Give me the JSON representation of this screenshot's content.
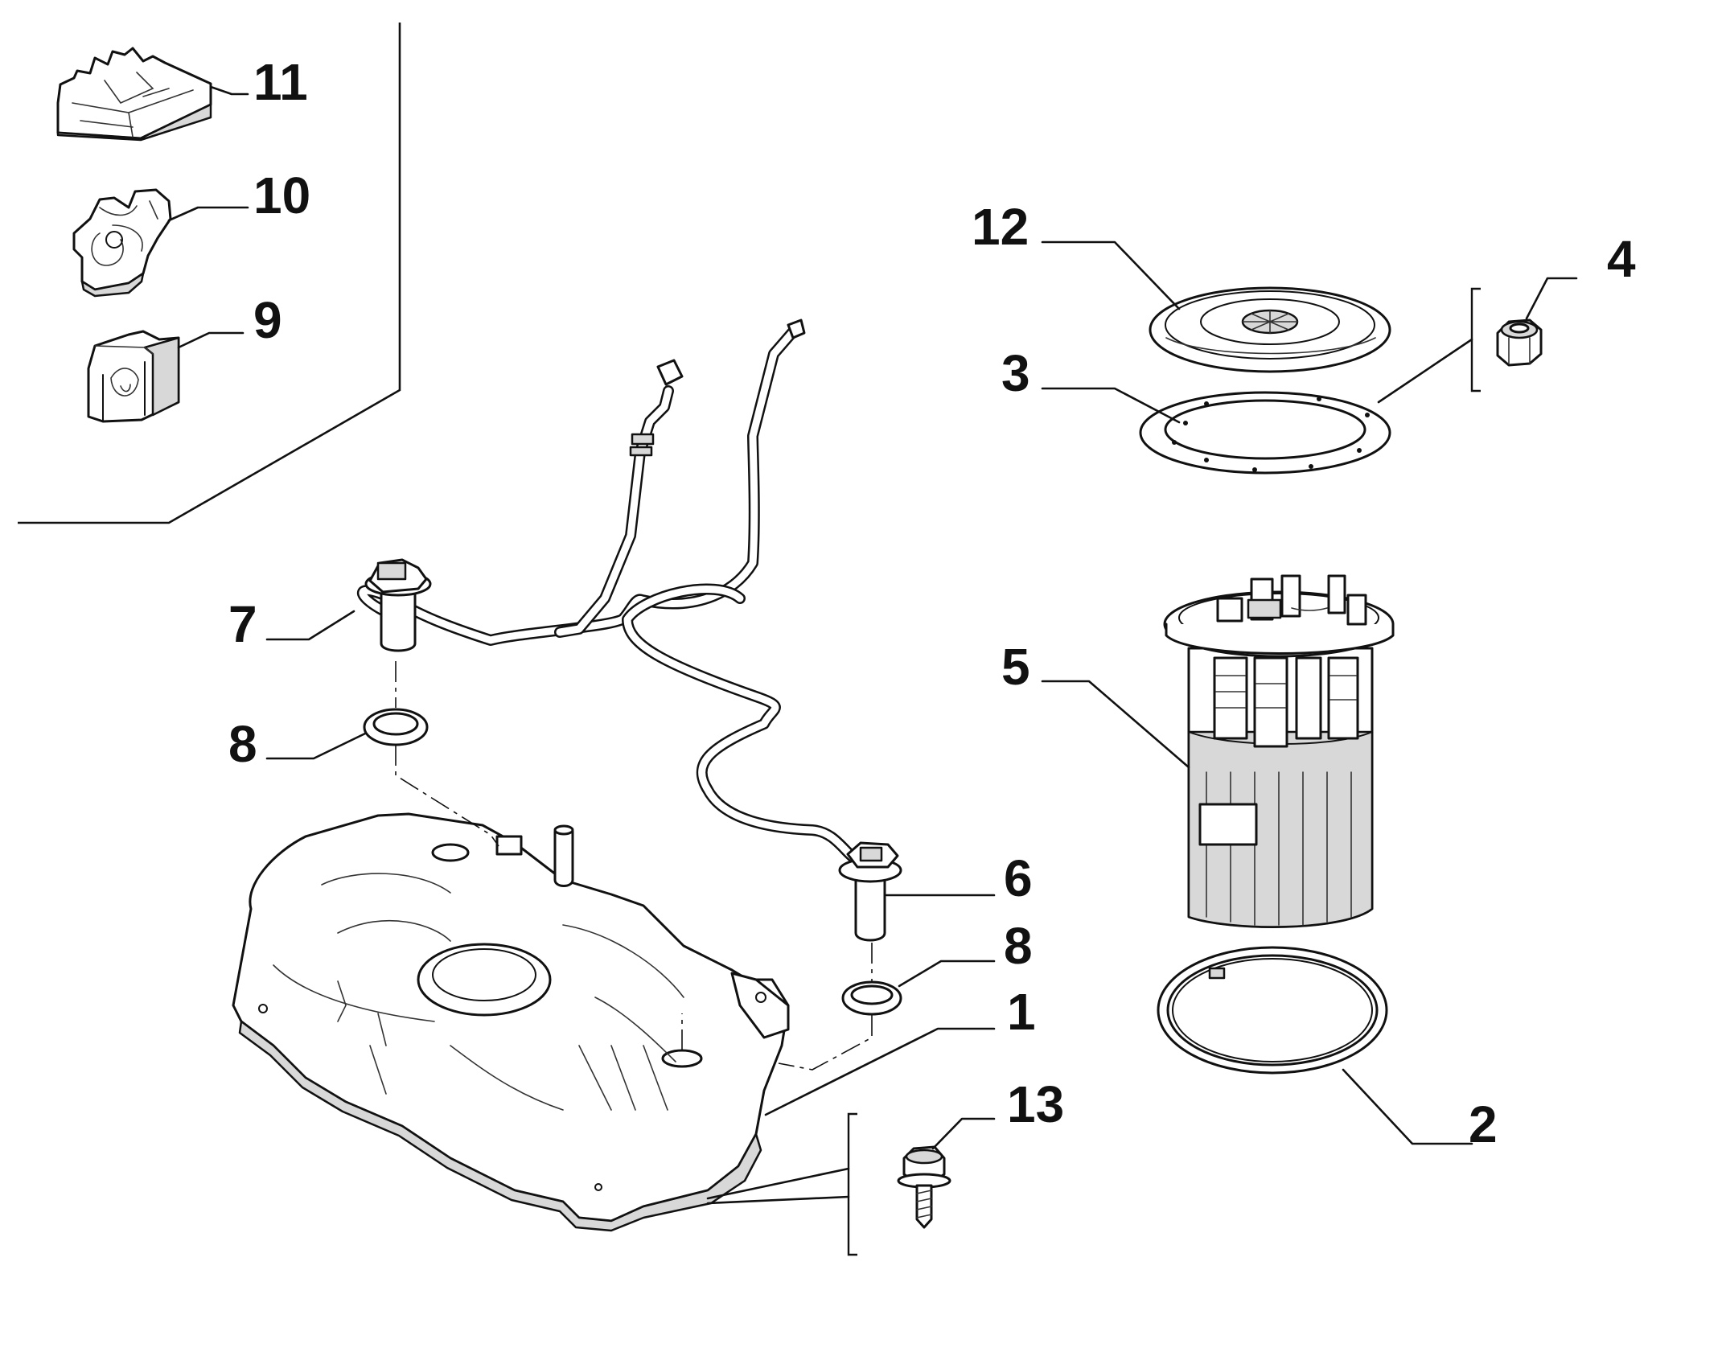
{
  "callouts": {
    "p1": "1",
    "p2": "2",
    "p3": "3",
    "p4": "4",
    "p5": "5",
    "p6": "6",
    "p7": "7",
    "p8a": "8",
    "p8b": "8",
    "p9": "9",
    "p10": "10",
    "p11": "11",
    "p12": "12",
    "p13": "13"
  }
}
